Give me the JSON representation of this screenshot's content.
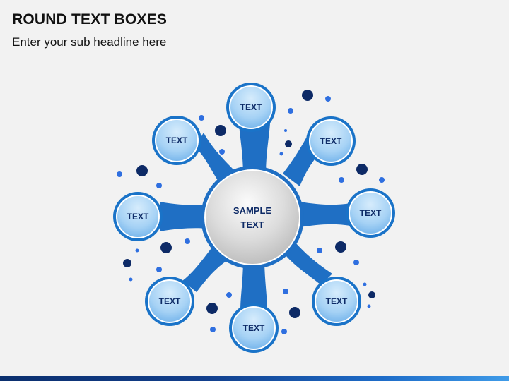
{
  "header": {
    "title": "ROUND TEXT BOXES",
    "subtitle": "Enter your sub headline here"
  },
  "diagram": {
    "center_label_line1": "SAMPLE",
    "center_label_line2": "TEXT",
    "nodes": [
      {
        "label": "TEXT"
      },
      {
        "label": "TEXT"
      },
      {
        "label": "TEXT"
      },
      {
        "label": "TEXT"
      },
      {
        "label": "TEXT"
      },
      {
        "label": "TEXT"
      },
      {
        "label": "TEXT"
      },
      {
        "label": "TEXT"
      }
    ]
  },
  "colors": {
    "connector": "#1f6fc4",
    "node_ring": "#1a73c8",
    "node_fill": "#8ec3ef",
    "node_text": "#0d2a66",
    "dot_dark": "#0d2a66",
    "dot_light": "#2f6fe0",
    "center_fill": "#d9d9d9"
  }
}
